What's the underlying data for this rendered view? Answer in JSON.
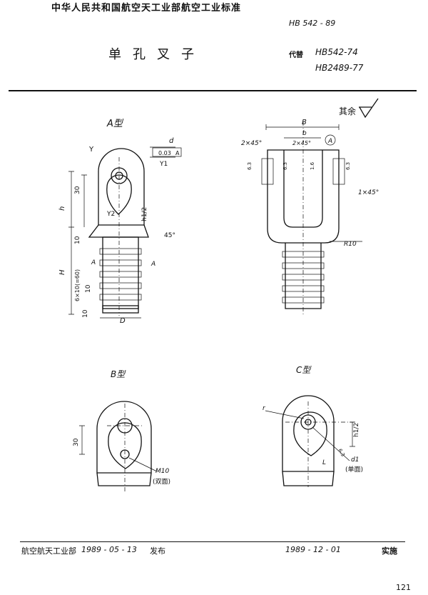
{
  "header": {
    "standard_title": "中华人民共和国航空天工业部航空工业标准",
    "standard_code": "HB 542 - 89",
    "document_title": "单孔叉子",
    "replaces_label": "代替",
    "replaces": [
      "HB542-74",
      "HB2489-77"
    ]
  },
  "figures": {
    "roughness_note": "其余",
    "type_a": {
      "label": "A型",
      "dims": [
        "B",
        "b",
        "2×45°",
        "2×45°",
        "A",
        "1×45°",
        "R10",
        "d",
        "0.03",
        "A",
        "Y",
        "Y1",
        "Y2",
        "30",
        "h",
        "h1/2",
        "45°",
        "10",
        "H",
        "6×10(=60)",
        "10",
        "10",
        "D",
        "A",
        "A",
        "A",
        "6.3",
        "6.3",
        "1.6",
        "6.3"
      ]
    },
    "type_b": {
      "label": "B型",
      "dims": [
        "30",
        "M10",
        "(双面)"
      ]
    },
    "type_c": {
      "label": "C型",
      "dims": [
        "r",
        "h1/2",
        "6.3",
        "d1",
        "(单面)",
        "L"
      ]
    }
  },
  "footer": {
    "issuer": "航空航天工业部",
    "issue_date": "1989 - 05 - 13",
    "issued_label": "发布",
    "implementation_date": "1989 - 12 - 01",
    "implemented_label": "实施"
  },
  "page_number": "121"
}
